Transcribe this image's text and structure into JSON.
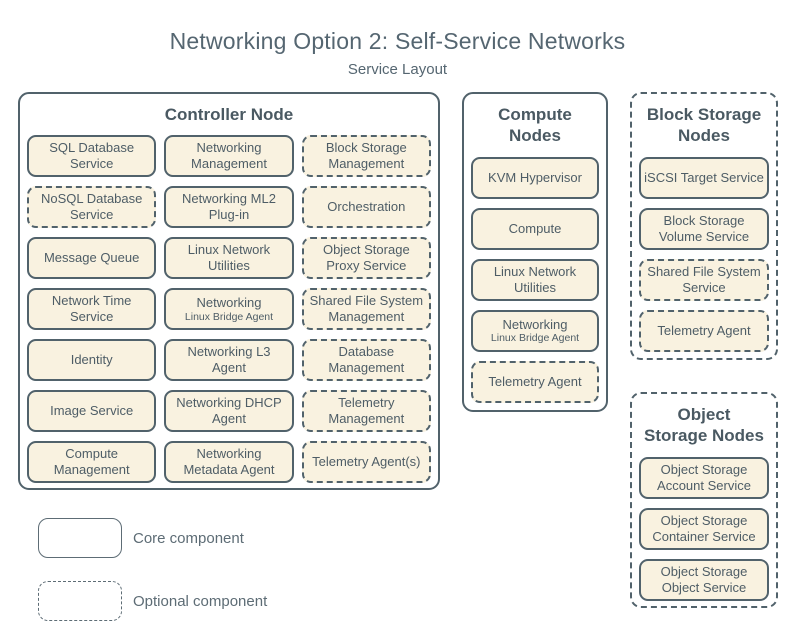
{
  "title": "Networking Option 2: Self-Service Networks",
  "subtitle": "Service Layout",
  "colors": {
    "background": "#ffffff",
    "box_fill": "#f9f2e0",
    "box_border": "#51626b",
    "text": "#4e5d66"
  },
  "nodes": [
    {
      "id": "controller",
      "title": "Controller Node",
      "dashed": false,
      "columns": 3,
      "services": [
        {
          "label": "SQL Database Service",
          "dashed": false
        },
        {
          "label": "Networking Management",
          "dashed": false
        },
        {
          "label": "Block Storage Management",
          "dashed": true
        },
        {
          "label": "NoSQL Database Service",
          "dashed": true
        },
        {
          "label": "Networking ML2 Plug-in",
          "dashed": false
        },
        {
          "label": "Orchestration",
          "dashed": true
        },
        {
          "label": "Message Queue",
          "dashed": false
        },
        {
          "label": "Linux Network Utilities",
          "dashed": false
        },
        {
          "label": "Object Storage Proxy Service",
          "dashed": true
        },
        {
          "label": "Network Time Service",
          "dashed": false
        },
        {
          "label": "Networking",
          "sublabel": "Linux Bridge Agent",
          "dashed": false
        },
        {
          "label": "Shared File System Management",
          "dashed": true
        },
        {
          "label": "Identity",
          "dashed": false
        },
        {
          "label": "Networking L3 Agent",
          "dashed": false
        },
        {
          "label": "Database Management",
          "dashed": true
        },
        {
          "label": "Image Service",
          "dashed": false
        },
        {
          "label": "Networking DHCP Agent",
          "dashed": false
        },
        {
          "label": "Telemetry Management",
          "dashed": true
        },
        {
          "label": "Compute Management",
          "dashed": false
        },
        {
          "label": "Networking Metadata Agent",
          "dashed": false
        },
        {
          "label": "Telemetry Agent(s)",
          "dashed": true
        }
      ]
    },
    {
      "id": "compute",
      "title": "Compute\nNodes",
      "dashed": false,
      "columns": 1,
      "services": [
        {
          "label": "KVM Hypervisor",
          "dashed": false
        },
        {
          "label": "Compute",
          "dashed": false
        },
        {
          "label": "Linux Network Utilities",
          "dashed": false
        },
        {
          "label": "Networking",
          "sublabel": "Linux Bridge Agent",
          "dashed": false
        },
        {
          "label": "Telemetry Agent",
          "dashed": true
        }
      ]
    },
    {
      "id": "block-storage",
      "title": "Block Storage\nNodes",
      "dashed": true,
      "columns": 1,
      "services": [
        {
          "label": "iSCSI Target Service",
          "dashed": false
        },
        {
          "label": "Block Storage Volume Service",
          "dashed": false
        },
        {
          "label": "Shared File System Service",
          "dashed": true
        },
        {
          "label": "Telemetry Agent",
          "dashed": true
        }
      ]
    },
    {
      "id": "object-storage",
      "title": "Object\nStorage Nodes",
      "dashed": true,
      "columns": 1,
      "services": [
        {
          "label": "Object Storage Account Service",
          "dashed": false
        },
        {
          "label": "Object Storage Container Service",
          "dashed": false
        },
        {
          "label": "Object Storage Object Service",
          "dashed": false
        }
      ]
    }
  ],
  "legend": [
    {
      "label": "Core component",
      "dashed": false
    },
    {
      "label": "Optional component",
      "dashed": true
    }
  ]
}
